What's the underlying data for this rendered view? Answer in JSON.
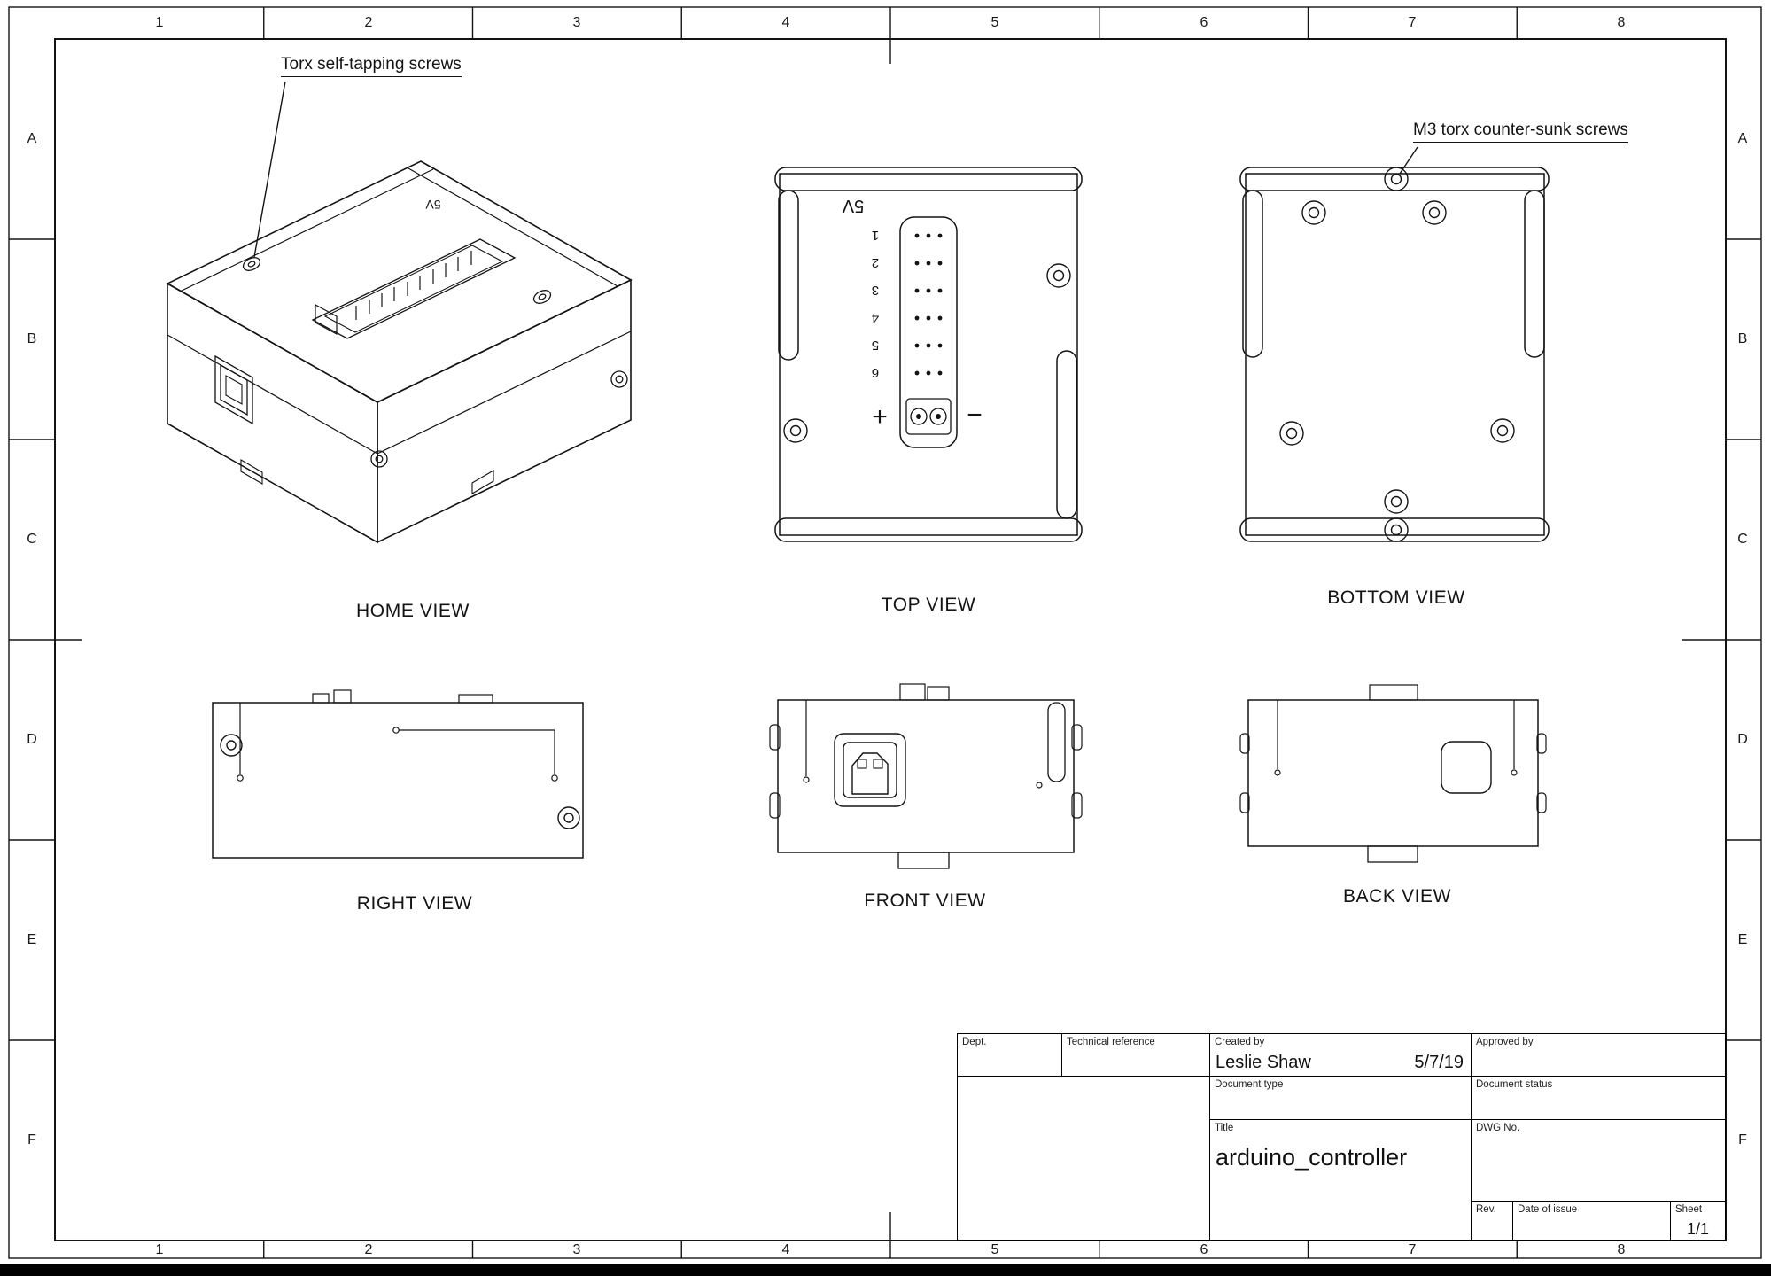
{
  "sheet": {
    "zones": {
      "top": [
        "1",
        "2",
        "3",
        "4",
        "5",
        "6",
        "7",
        "8"
      ],
      "bottom": [
        "1",
        "2",
        "3",
        "4",
        "5",
        "6",
        "7",
        "8"
      ],
      "left": [
        "A",
        "B",
        "C",
        "D",
        "E",
        "F"
      ],
      "right": [
        "A",
        "B",
        "C",
        "D",
        "E",
        "F"
      ]
    }
  },
  "annotations": {
    "torx_note": "Torx self-tapping screws",
    "m3_note": "M3 torx counter-sunk screws"
  },
  "views": {
    "home": {
      "label": "HOME VIEW",
      "marking_5v": "5V"
    },
    "top": {
      "label": "TOP VIEW",
      "marking_5v": "5V",
      "pins": [
        "1",
        "2",
        "3",
        "4",
        "5",
        "6"
      ],
      "plus_symbol": "+",
      "minus_symbol": "−"
    },
    "bottom": {
      "label": "BOTTOM VIEW"
    },
    "right": {
      "label": "RIGHT VIEW"
    },
    "front": {
      "label": "FRONT VIEW"
    },
    "back": {
      "label": "BACK VIEW"
    }
  },
  "title_block": {
    "dept_label": "Dept.",
    "technical_reference_label": "Technical reference",
    "created_by_label": "Created by",
    "created_by_value": "Leslie Shaw",
    "created_date": "5/7/19",
    "approved_by_label": "Approved by",
    "document_type_label": "Document type",
    "document_status_label": "Document status",
    "title_label": "Title",
    "title_value": "arduino_controller",
    "dwg_no_label": "DWG No.",
    "rev_label": "Rev.",
    "date_of_issue_label": "Date of issue",
    "sheet_label": "Sheet",
    "sheet_value": "1/1"
  },
  "colors": {
    "ink": "#141414",
    "paper": "#ffffff"
  }
}
